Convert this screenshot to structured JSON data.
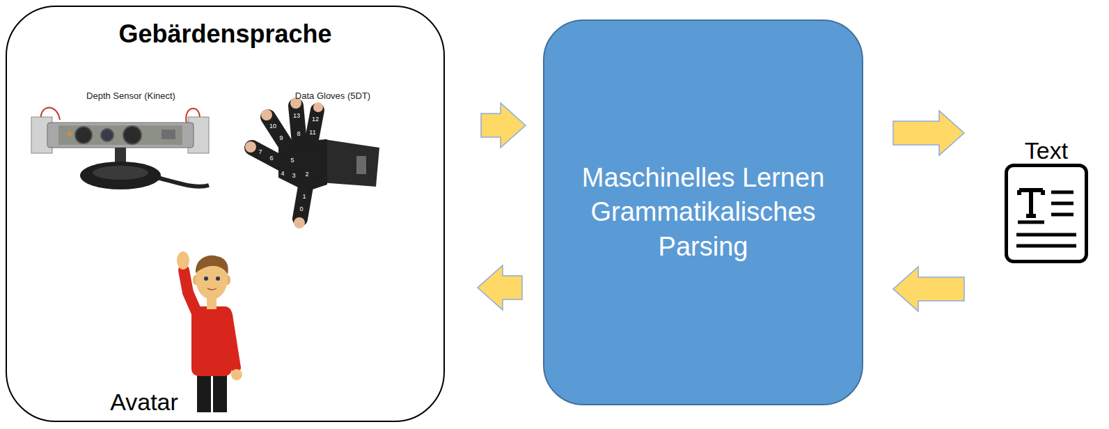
{
  "diagram": {
    "nodes": [
      {
        "text": [
          "Gebärdensprache"
        ]
      },
      {
        "text": [
          "Maschinelles Lernen Grammatikalisches Parsing"
        ]
      },
      {
        "text": [
          "Text"
        ]
      }
    ],
    "edges": [
      {
        "from": 0,
        "to": 1,
        "arrow": "to"
      },
      {
        "from": 1,
        "to": 2,
        "arrow": "to"
      },
      {
        "from": 2,
        "to": 1,
        "arrow": "to"
      },
      {
        "from": 1,
        "to": 0,
        "arrow": "to"
      }
    ],
    "labels": [
      "Depth Sensor (Kinect)",
      "Data Gloves (5DT)",
      "13",
      "12",
      "11",
      "10",
      "9",
      "8",
      "7",
      "6",
      "5",
      "4",
      "3",
      "2",
      "1",
      "0",
      "Avatar"
    ]
  }
}
